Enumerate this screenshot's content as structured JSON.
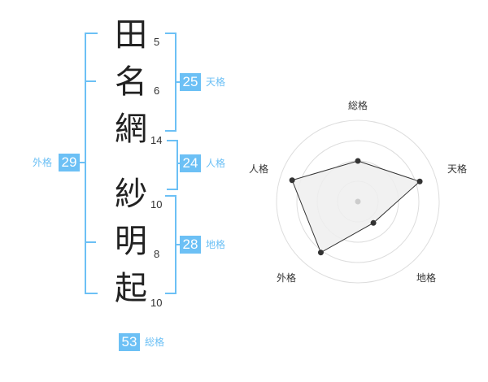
{
  "name": {
    "characters": [
      {
        "char": "田",
        "strokes": "5"
      },
      {
        "char": "名",
        "strokes": "6"
      },
      {
        "char": "網",
        "strokes": "14"
      },
      {
        "char": "紗",
        "strokes": "10"
      },
      {
        "char": "明",
        "strokes": "8"
      },
      {
        "char": "起",
        "strokes": "10"
      }
    ]
  },
  "scores": {
    "tenkaku": {
      "value": "25",
      "label": "天格"
    },
    "jinkaku": {
      "value": "24",
      "label": "人格"
    },
    "chikaku": {
      "value": "28",
      "label": "地格"
    },
    "gaikaku": {
      "value": "29",
      "label": "外格"
    },
    "soukaku": {
      "value": "53",
      "label": "総格"
    }
  },
  "radar": {
    "axes": [
      "総格",
      "天格",
      "地格",
      "外格",
      "人格"
    ],
    "levels": 4,
    "max": 4,
    "values": [
      2.0,
      3.2,
      1.3,
      3.1,
      3.4
    ],
    "colors": {
      "fill": "#eeeeee",
      "stroke": "#333333",
      "ring": "#dddddd",
      "center": "#cccccc"
    }
  }
}
